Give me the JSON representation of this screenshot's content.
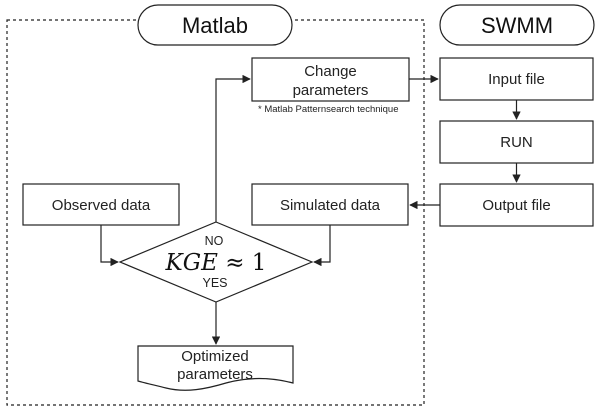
{
  "groups": {
    "matlab": "Matlab",
    "swmm": "SWMM"
  },
  "nodes": {
    "change_parameters": [
      "Change",
      "parameters"
    ],
    "technique_note": "* Matlab Patternsearch technique",
    "observed_data": "Observed data",
    "simulated_data": "Simulated data",
    "input_file": "Input file",
    "run": "RUN",
    "output_file": "Output file",
    "optimized_parameters": [
      "Optimized",
      "parameters"
    ]
  },
  "decision": {
    "formula_main": "KGE",
    "formula_rest": " ≈ 1",
    "no_label": "NO",
    "yes_label": "YES"
  }
}
